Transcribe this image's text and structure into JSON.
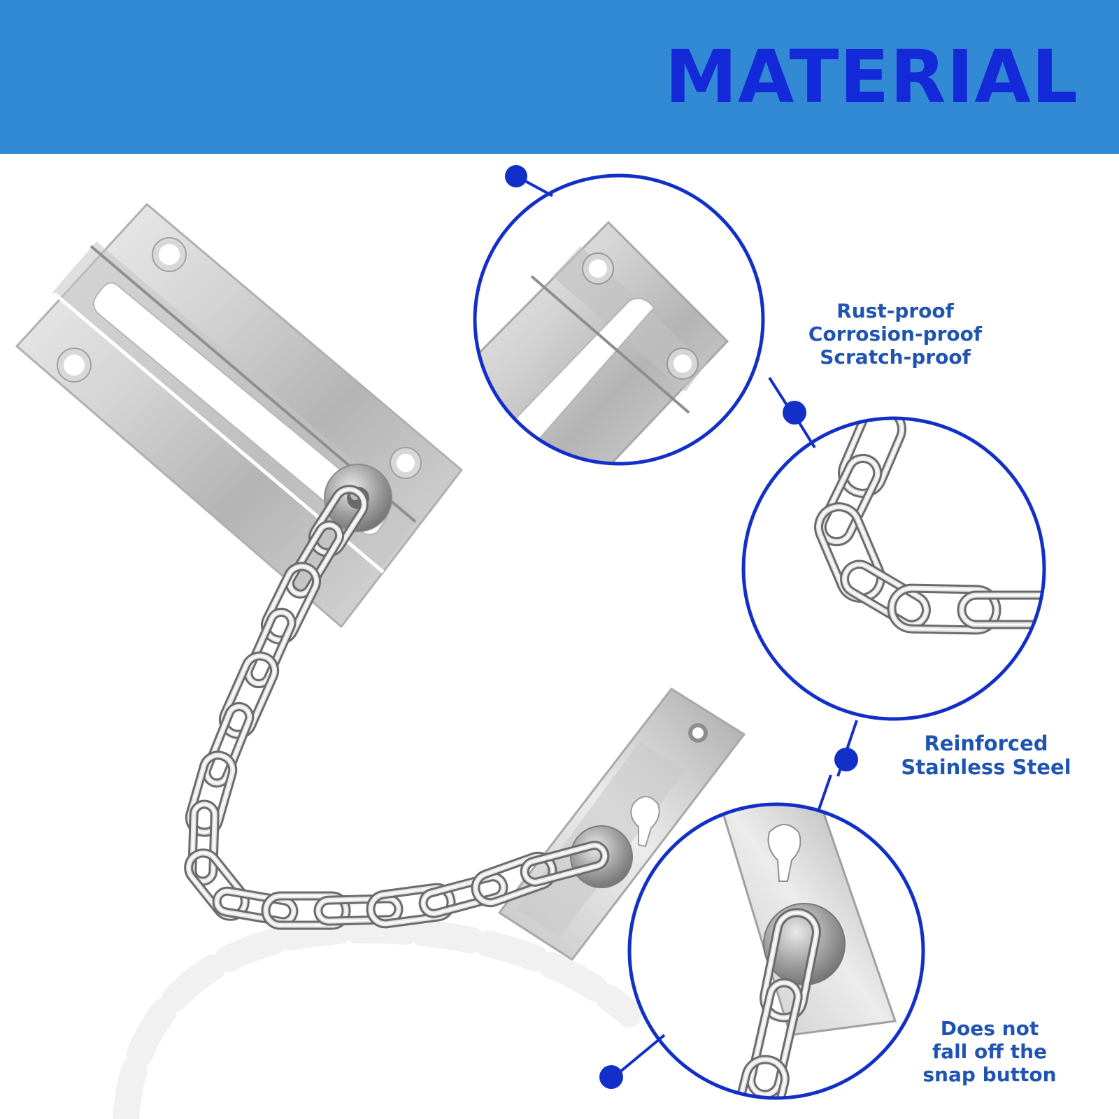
{
  "header": {
    "title": "MATERIAL"
  },
  "callouts": [
    {
      "lines": [
        "Rust-proof",
        "Corrosion-proof",
        "Scratch-proof"
      ]
    },
    {
      "lines": [
        "Reinforced",
        "Stainless Steel"
      ]
    },
    {
      "lines": [
        "Does not",
        "fall off the",
        "snap button"
      ]
    }
  ],
  "colors": {
    "banner": "#338ad4",
    "title": "#1429d8",
    "accent": "#1230c8",
    "label": "#1f54b3"
  }
}
